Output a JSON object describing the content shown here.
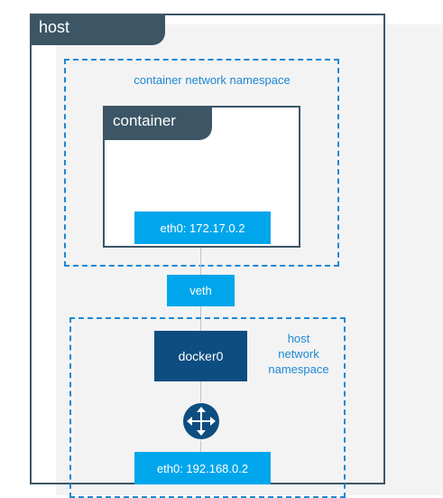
{
  "host": {
    "label": "host"
  },
  "container_ns": {
    "label": "container network namespace"
  },
  "container": {
    "label": "container",
    "eth0": "eth0: 172.17.0.2"
  },
  "veth": {
    "label": "veth"
  },
  "host_ns": {
    "label_line1": "host",
    "label_line2": "network",
    "label_line3": "namespace"
  },
  "docker0": {
    "label": "docker0"
  },
  "host_eth0": {
    "label": "eth0: 192.168.0.2"
  },
  "router": {
    "icon": "router-icon"
  },
  "colors": {
    "host_border": "#3c5666",
    "namespace_dashed": "#1e88d2",
    "interface_fill": "#00a6ec",
    "bridge_fill": "#0d4d80",
    "background_panel": "#f3f3f4"
  }
}
